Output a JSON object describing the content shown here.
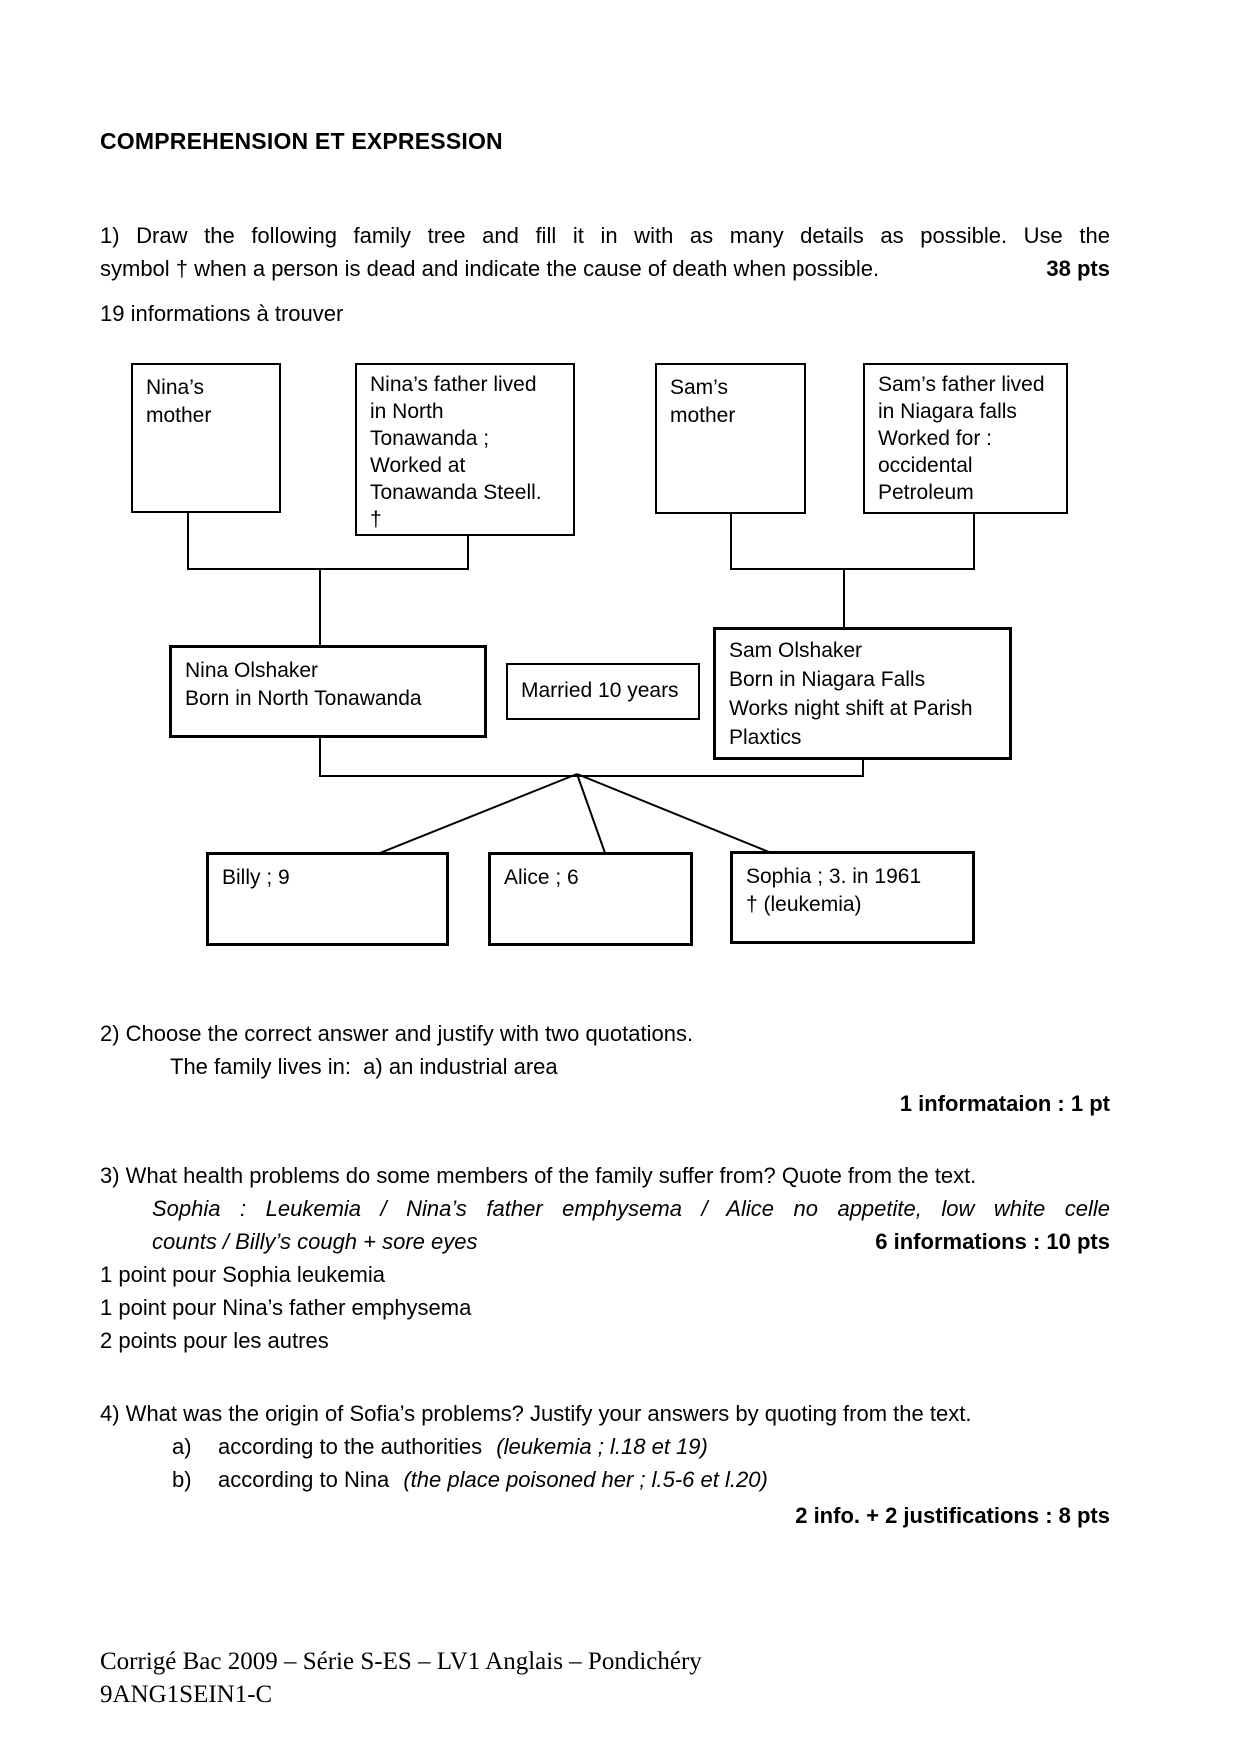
{
  "title": "COMPREHENSION ET EXPRESSION",
  "q1": {
    "line1": "1) Draw the following family tree and fill it in with as many details as possible. Use the",
    "line2": "symbol † when a person is dead and indicate the cause of death when possible.",
    "points": "38 pts",
    "note": "19 informations à trouver"
  },
  "tree": {
    "boxes": {
      "nina_mother": "Nina’s\nmother",
      "nina_father": "Nina’s father lived\nin North\nTonawanda ;\nWorked at\nTonawanda Steell.\n†",
      "sam_mother": "Sam’s\nmother",
      "sam_father": "Sam’s father lived\nin Niagara falls\nWorked for :\noccidental\nPetroleum",
      "nina": "Nina Olshaker\nBorn in North Tonawanda",
      "married": "Married 10 years",
      "sam": "Sam Olshaker\nBorn in Niagara Falls\nWorks night shift at Parish\nPlaxtics",
      "billy": "Billy ; 9",
      "alice": "Alice ; 6",
      "sophia": "Sophia ; 3. in 1961\n† (leukemia)"
    }
  },
  "q2": {
    "line1": "2) Choose the correct answer and justify with two quotations.",
    "line2": "The family lives in:  a) an industrial area",
    "points": "1 informataion : 1 pt"
  },
  "q3": {
    "line1": "3) What health problems do some members of the family suffer from? Quote from the text.",
    "quote1": "Sophia : Leukemia / Nina’s father emphysema / Alice no appetite, low white celle",
    "quote2": "counts / Billy’s cough + sore eyes",
    "points": "6 informations : 10 pts",
    "note1": "1 point pour Sophia leukemia",
    "note2": "1 point pour Nina’s father emphysema",
    "note3": "2 points pour les autres"
  },
  "q4": {
    "line1": "4) What was the origin of Sofia’s problems? Justify your answers by quoting from the text.",
    "a": {
      "label": "a)",
      "text": "according to the authorities",
      "quote": "(leukemia ; l.18 et 19)"
    },
    "b": {
      "label": "b)",
      "text": "according to Nina",
      "quote": "(the place poisoned her ; l.5-6 et l.20)"
    },
    "points": "2 info. + 2 justifications : 8 pts"
  },
  "footer": {
    "line1": "Corrigé Bac 2009 – Série S-ES – LV1 Anglais – Pondichéry",
    "line2": "9ANG1SEIN1-C"
  }
}
